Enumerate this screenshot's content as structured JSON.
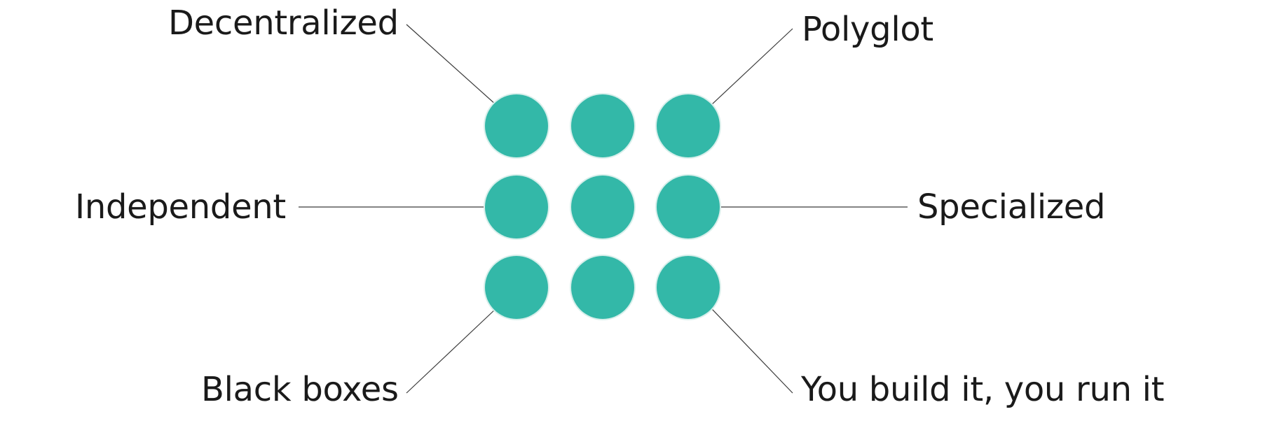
{
  "colors": {
    "node_fill": "#33b8a8",
    "node_halo": "#d7efeb",
    "connector": "#3a3a3a",
    "text": "#1a1a1a"
  },
  "grid": {
    "rows": 3,
    "cols": 3
  },
  "labels": {
    "top_left": "Decentralized",
    "top_right": "Polyglot",
    "middle_left": "Independent",
    "middle_right": "Specialized",
    "bottom_left": "Black boxes",
    "bottom_right": "You build it, you run it"
  }
}
